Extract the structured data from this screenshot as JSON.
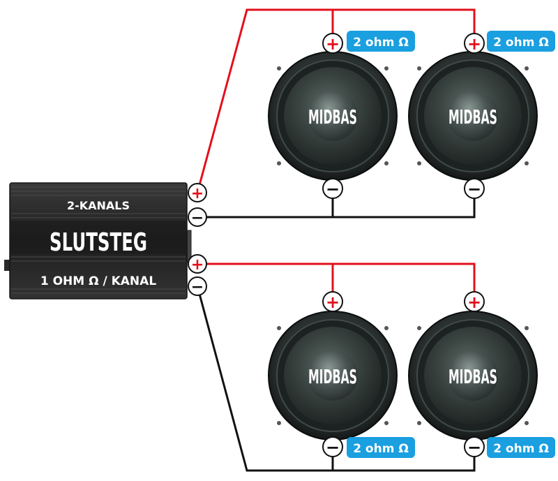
{
  "amplifier": {
    "channels_label": "2-KANALS",
    "name": "SLUTSTEG",
    "load_label": "1 OHM Ω / KANAL"
  },
  "colors": {
    "positive_wire": "#e3101c",
    "negative_wire": "#111111",
    "badge": "#1a9fe0",
    "plus_sign": "#e3101c",
    "minus_sign": "#111111",
    "amp_body": "#2c2c2c"
  },
  "amp_terminals": [
    {
      "name": "ch1-plus-terminal",
      "sign": "+"
    },
    {
      "name": "ch1-minus-terminal",
      "sign": "−"
    },
    {
      "name": "ch2-plus-terminal",
      "sign": "+"
    },
    {
      "name": "ch2-minus-terminal",
      "sign": "−"
    }
  ],
  "speakers": [
    {
      "label": "MIDBAS",
      "plus": "+",
      "minus": "−",
      "badge": "2 ohm Ω"
    },
    {
      "label": "MIDBAS",
      "plus": "+",
      "minus": "−",
      "badge": "2 ohm Ω"
    },
    {
      "label": "MIDBAS",
      "plus": "+",
      "minus": "−",
      "badge": "2 ohm Ω"
    },
    {
      "label": "MIDBAS",
      "plus": "+",
      "minus": "−",
      "badge": "2 ohm Ω"
    }
  ]
}
